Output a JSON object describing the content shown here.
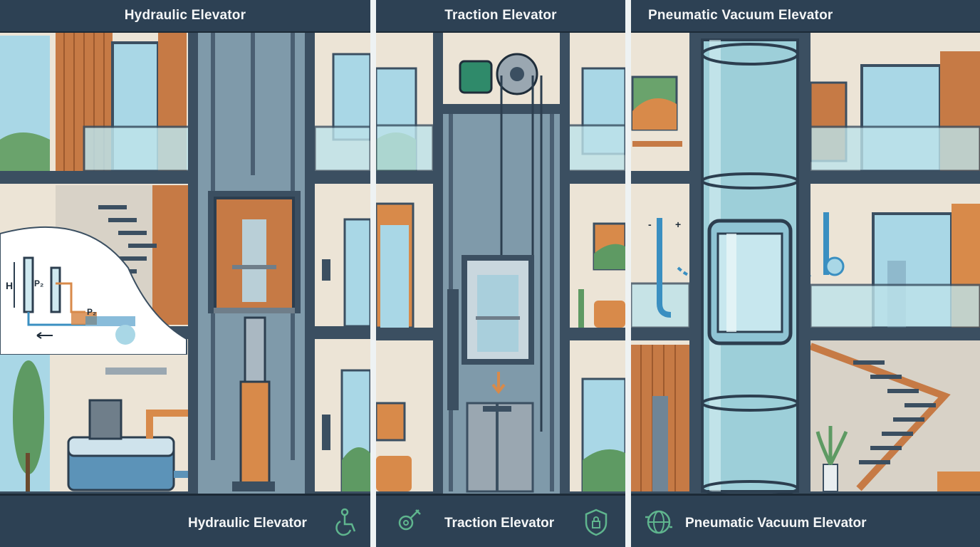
{
  "panels": [
    {
      "header_title": "Hydraulic Elevator",
      "footer_label": "Hydraulic Elevator",
      "footer_icon": "wheelchair-accessibility-icon",
      "diagram_labels": {
        "h": "H",
        "p2a": "P₂",
        "p2b": "P₂"
      }
    },
    {
      "header_title": "Traction Elevator",
      "footer_label": "Traction Elevator",
      "footer_icon_left": "gear-wrench-icon",
      "footer_icon_right": "shield-lock-icon"
    },
    {
      "header_title": "Pneumatic Vacuum Elevator",
      "footer_label": "Pneumatic Vacuum Elevator",
      "footer_icon": "globe-arrows-icon",
      "pressure_labels": {
        "minus": "-",
        "plus": "+"
      }
    }
  ],
  "colors": {
    "header_bg": "#2d4154",
    "structure": "#3b4f61",
    "wall": "#ece4d6",
    "wood": "#c67a45",
    "glass": "#9fd4e0",
    "fluid_orange": "#d88a4a",
    "tube_glass": "#a8dde6"
  }
}
